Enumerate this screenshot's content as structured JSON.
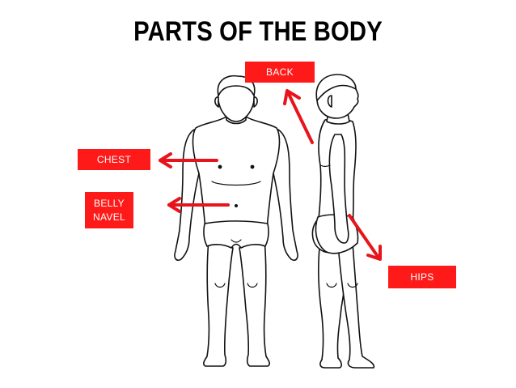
{
  "title": "PARTS OF THE BODY",
  "colors": {
    "label_bg": "#ff1a1a",
    "arrow": "#e8141b",
    "label_text": "#ffffff",
    "outline": "#111111"
  },
  "labels": {
    "back": "BACK",
    "chest": "CHEST",
    "belly": [
      "BELLY",
      "NAVEL"
    ],
    "hips": "HIPS"
  }
}
